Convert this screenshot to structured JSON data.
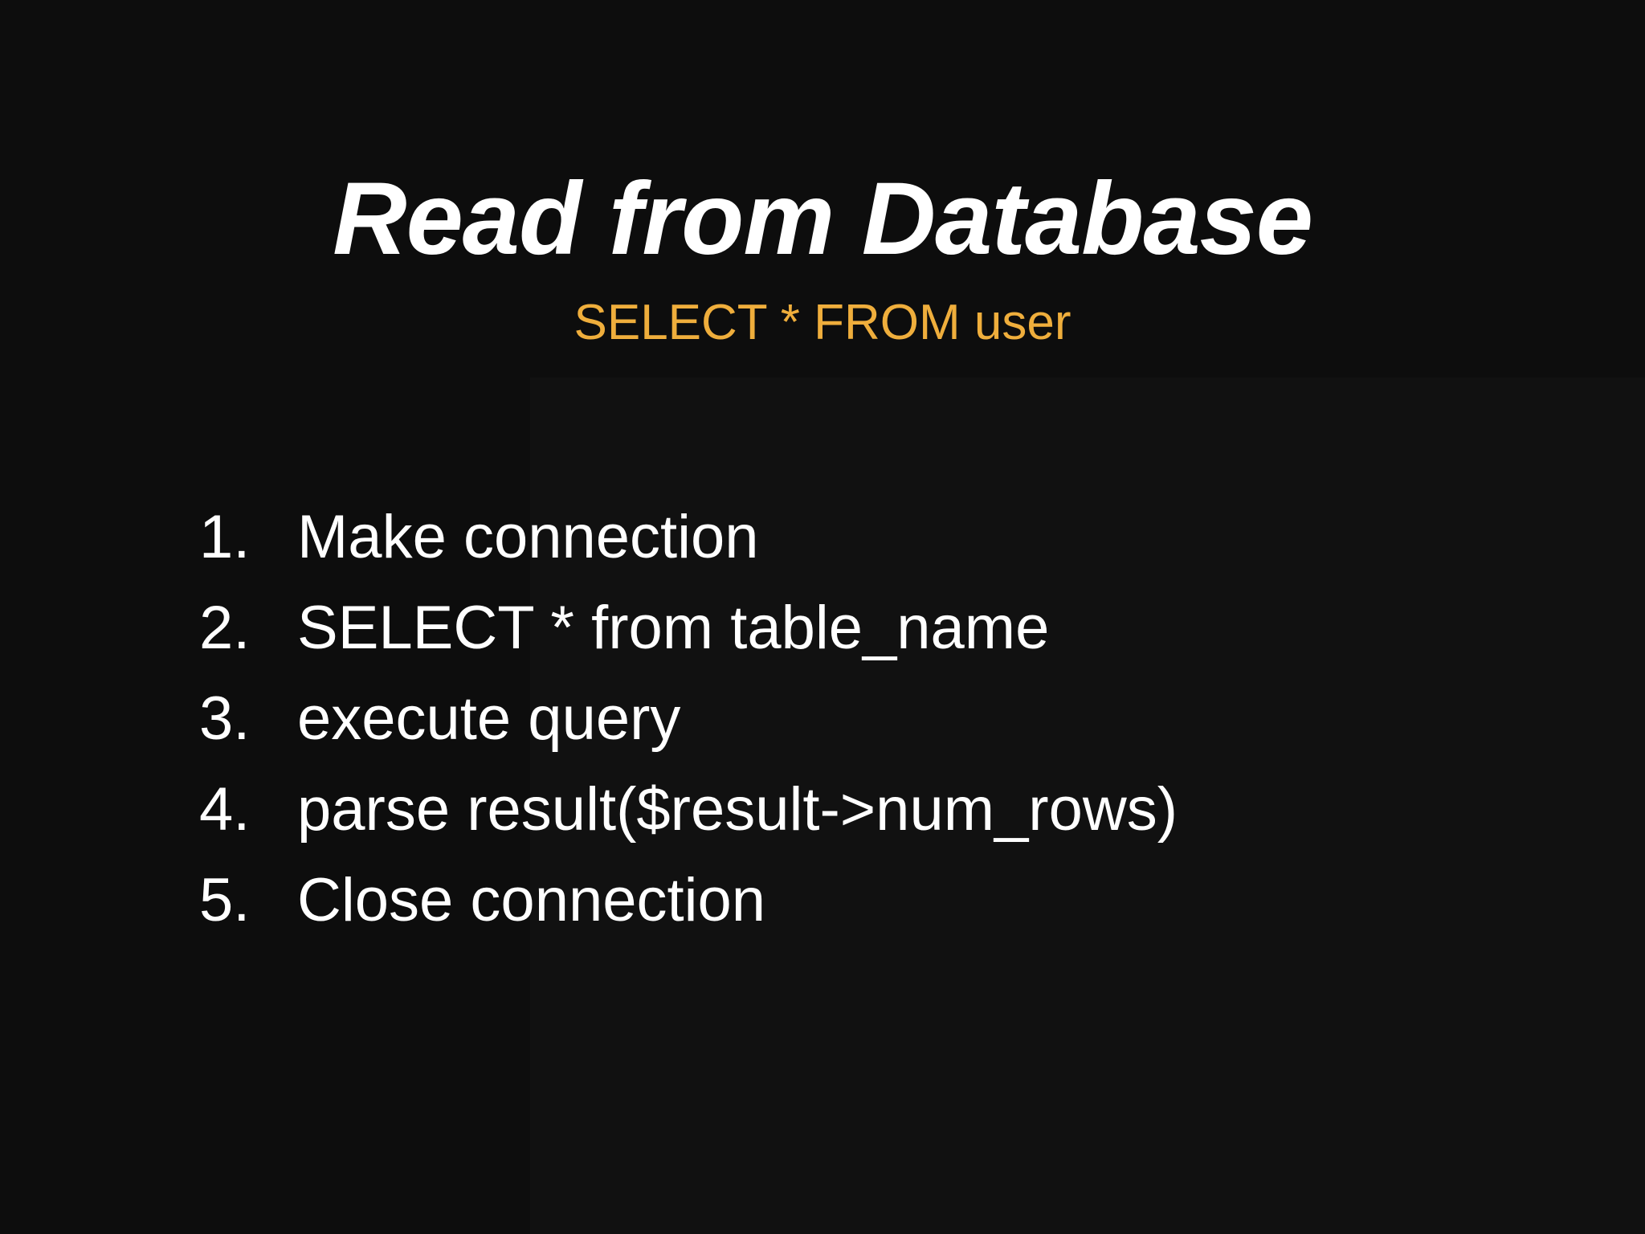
{
  "slide": {
    "title": "Read from Database",
    "subtitle": "SELECT * FROM user",
    "background_color": "#0d0d0d",
    "title_color": "#ffffff",
    "subtitle_color": "#efae3c",
    "body_text_color": "#ffffff",
    "steps": [
      {
        "number": "1.",
        "text": "Make connection"
      },
      {
        "number": "2.",
        "text": "SELECT * from table_name"
      },
      {
        "number": "3.",
        "text": "execute query"
      },
      {
        "number": "4.",
        "text": "parse result($result->num_rows)"
      },
      {
        "number": "5.",
        "text": "Close connection"
      }
    ]
  }
}
